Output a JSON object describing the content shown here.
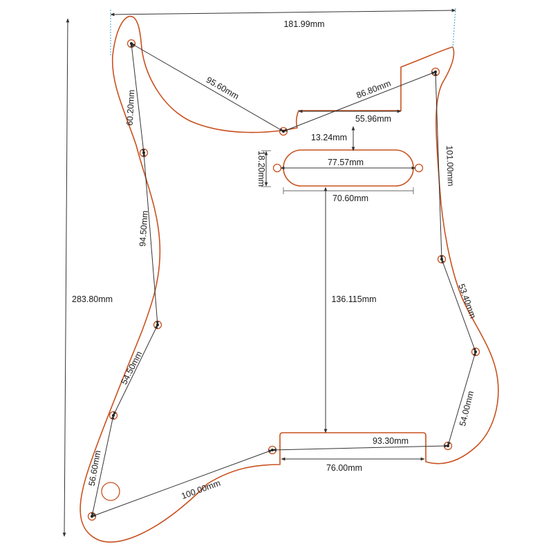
{
  "outline_color": "#c8501e",
  "dimensions": {
    "overall_width": "181.99mm",
    "overall_height": "283.80mm",
    "top_left_to_mid": "95.60mm",
    "top_right_to_mid": "86.80mm",
    "notch_width": "55.96mm",
    "notch_to_pickup": "13.24mm",
    "pickup_height": "18.20mm",
    "pickup_hole_span": "77.57mm",
    "pickup_length": "70.60mm",
    "pickup_to_bottom": "136.115mm",
    "left_upper": "60.20mm",
    "left_middle": "94.50mm",
    "left_lower": "54.50mm",
    "left_bottom": "56.60mm",
    "right_upper": "101.00mm",
    "right_middle": "53.40mm",
    "right_lower": "54.00mm",
    "bottom_left": "100.00mm",
    "bottom_holes": "93.30mm",
    "bottom_cutout": "76.00mm"
  }
}
